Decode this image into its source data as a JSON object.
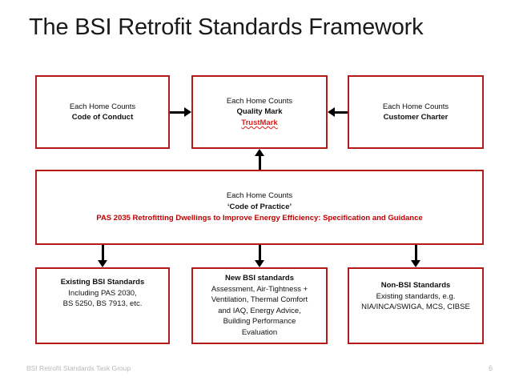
{
  "slide": {
    "title": "The BSI Retrofit Standards Framework",
    "accent_color": "#b61b1b",
    "red_text_color": "#c00000",
    "trustmark_color": "#e01b1b"
  },
  "boxes": {
    "code_of_conduct": {
      "line1": "Each Home Counts",
      "line2": "Code of Conduct"
    },
    "quality_mark": {
      "line1": "Each Home Counts",
      "line2": "Quality Mark",
      "line3": "TrustMark"
    },
    "customer_charter": {
      "line1": "Each Home Counts",
      "line2": "Customer Charter"
    },
    "code_of_practice": {
      "line1": "Each Home Counts",
      "line2": "‘Code of Practice’",
      "line3": "PAS 2035 Retrofitting Dwellings to Improve Energy Efficiency: Specification and Guidance"
    },
    "existing_bsi_standards": {
      "line1": "Existing BSI Standards",
      "line2": "Including PAS 2030,",
      "line3": "BS 5250, BS 7913, etc."
    },
    "new_bsi_standards": {
      "line1": "New BSI standards",
      "line2": "Assessment, Air-Tightness +",
      "line3": "Ventilation, Thermal Comfort",
      "line4": "and IAQ, Energy Advice,",
      "line5": "Building Performance",
      "line6": "Evaluation"
    },
    "non_bsi_standards": {
      "line1": "Non-BSI Standards",
      "line2": "Existing standards, e.g.",
      "line3": "NIA/INCA/SWIGA, MCS, CIBSE"
    }
  },
  "arrows": {
    "conduct_to_quality": "arrow-right-icon",
    "charter_to_quality": "arrow-left-icon",
    "practice_to_quality": "arrow-up-icon",
    "practice_to_existing": "arrow-down-icon",
    "practice_to_new": "arrow-down-icon",
    "practice_to_nonbsi": "arrow-down-icon"
  },
  "footer": {
    "source": "BSI Retrofit Standards Task Group",
    "page_number": "6"
  }
}
